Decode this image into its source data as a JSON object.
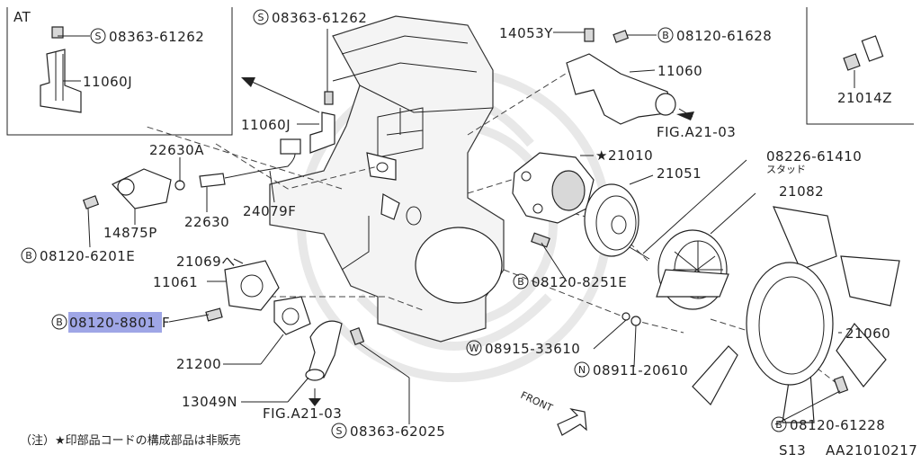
{
  "inset_at": {
    "label": "AT",
    "part_1": "08363-61262",
    "part_2": "11060J"
  },
  "inset_right": {
    "part": "21014Z"
  },
  "parts": {
    "p_08363_61262_top": "08363-61262",
    "p_11060J": "11060J",
    "p_14053Y": "14053Y",
    "p_08120_61628": "08120-61628",
    "p_11060": "11060",
    "p_figA21_03_top": "FIG.A21-03",
    "p_22630A": "22630A",
    "p_14875P": "14875P",
    "p_22630": "22630",
    "p_24079F": "24079F",
    "p_08120_6201E": "08120-6201E",
    "p_21010": "★21010",
    "p_21051": "21051",
    "p_08226_61410": "08226-61410",
    "p_stud": "スタッド",
    "p_21082": "21082",
    "p_21069": "21069へ",
    "p_11061": "11061",
    "p_08120_8801F": "08120-8801",
    "p_08120_8801F_suffix": "F",
    "p_08120_8251E": "08120-8251E",
    "p_21060": "21060",
    "p_08915_33610": "08915-33610",
    "p_21200": "21200",
    "p_08911_20610": "08911-20610",
    "p_13049N": "13049N",
    "p_figA21_03_bottom": "FIG.A21-03",
    "p_08363_62025": "08363-62025",
    "p_08120_61228": "08120-61228",
    "front": "FRONT"
  },
  "prefix": {
    "S": "S",
    "B": "B",
    "W": "W",
    "N": "N"
  },
  "footer": {
    "note": "（注）★印部品コードの構成部品は非販売",
    "page": "S13",
    "code": "AA21010217"
  },
  "colors": {
    "line": "#222222",
    "highlight": "#9fa6e6",
    "background": "#ffffff"
  }
}
